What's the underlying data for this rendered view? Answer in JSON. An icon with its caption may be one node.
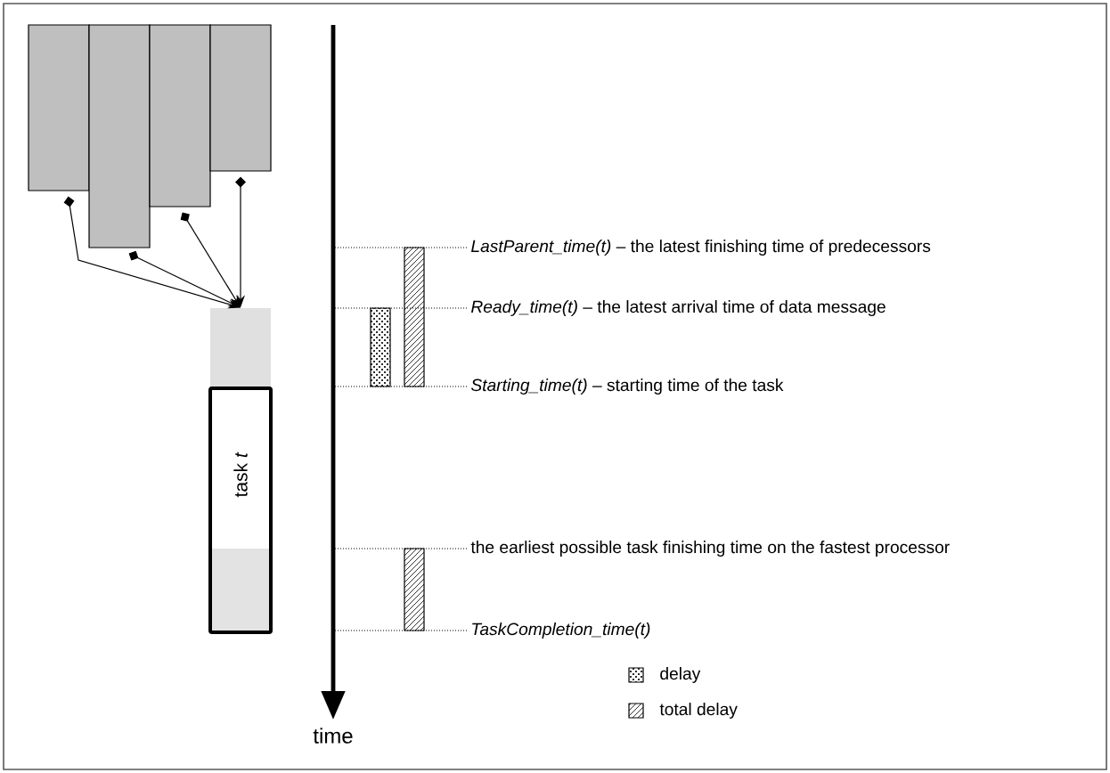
{
  "diagram": {
    "nodes": [
      {
        "text": [],
        "shape": "box"
      },
      {
        "text": [],
        "shape": "box"
      },
      {
        "text": [],
        "shape": "box"
      },
      {
        "text": [],
        "shape": "box"
      },
      {
        "text": [],
        "shape": "box"
      },
      {
        "text": [
          "task *t*"
        ]
      }
    ],
    "edges": [
      {
        "from": 0,
        "to": 4,
        "arrow": "to"
      },
      {
        "from": 1,
        "to": 4,
        "arrow": "to"
      },
      {
        "from": 2,
        "to": 4,
        "arrow": "to"
      },
      {
        "from": 3,
        "to": 4,
        "arrow": "to"
      }
    ],
    "labels": [
      "*LastParent_time(t)* – the latest finishing time of predecessors",
      "*Ready_time(t)* – the latest arrival time of data message",
      "*Starting_time(t)* – starting time of the task",
      "the earliest possible task finishing time on the fastest processor",
      "TaskCompletion_time(t)",
      "time"
    ],
    "legend": [
      {
        "text": "delay"
      },
      {
        "text": "total delay"
      }
    ]
  }
}
